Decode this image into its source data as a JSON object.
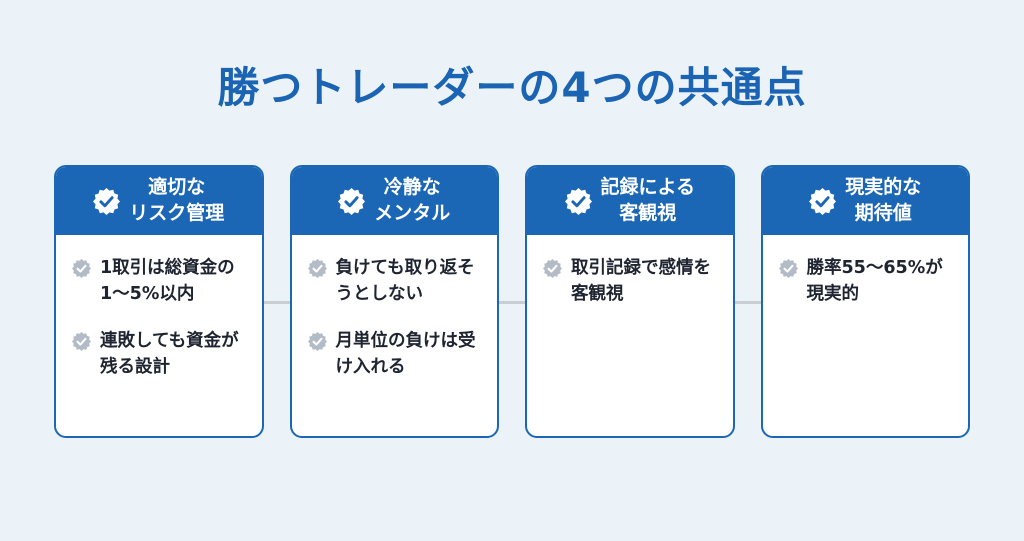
{
  "title": "勝つトレーダーの4つの共通点",
  "colors": {
    "accent_blue": "#1b67b5",
    "title_blue": "#1b64b4",
    "background": "#ecf3f8",
    "connector_gray": "#c9ced5",
    "item_badge_gray": "#b3bcc6",
    "text_dark": "#1e2430"
  },
  "icons": {
    "header_badge": "check-seal-icon",
    "item_badge": "check-seal-icon"
  },
  "cards": [
    {
      "header": "適切な\nリスク管理",
      "items": [
        "1取引は総資金の1〜5%以内",
        "連敗しても資金が残る設計"
      ]
    },
    {
      "header": "冷静な\nメンタル",
      "items": [
        "負けても取り返そうとしない",
        "月単位の負けは受け入れる"
      ]
    },
    {
      "header": "記録による\n客観視",
      "items": [
        "取引記録で感情を客観視"
      ]
    },
    {
      "header": "現実的な\n期待値",
      "items": [
        "勝率55〜65%が現実的"
      ]
    }
  ]
}
